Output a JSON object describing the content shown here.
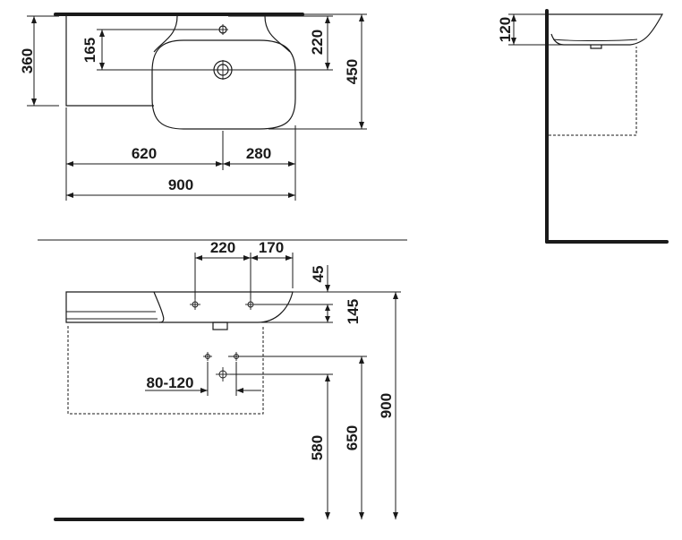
{
  "dimensions": {
    "top_left_height": "360",
    "top_tap_offset": "165",
    "top_bowl_depth": "220",
    "top_total_depth": "450",
    "top_left_width": "620",
    "top_right_width": "280",
    "top_total_width": "900",
    "side_height": "120",
    "front_holes_spacing": "220",
    "front_hole_edge": "170",
    "front_top": "45",
    "front_rim": "145",
    "front_drain_spacing": "80-120",
    "front_drain_height": "580",
    "front_waste_height": "650",
    "front_total_height": "900"
  }
}
